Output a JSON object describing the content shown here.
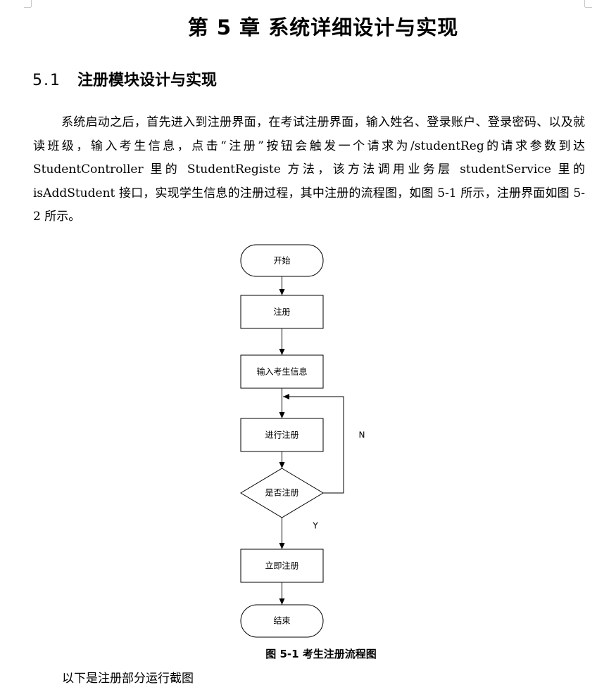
{
  "document": {
    "chapter_title": "第 5 章  系统详细设计与实现",
    "section_number": "5.1",
    "section_title": "注册模块设计与实现",
    "paragraph": "系统启动之后，首先进入到注册界面，在考试注册界面，输入姓名、登录账户、登录密码、以及就读班级，输入考生信息，点击“注册”按钮会触发一个请求为/studentReg的请求参数到达 StudentController 里的 StudentRegiste 方法，该方法调用业务层 studentService 里的 isAddStudent 接口，实现学生信息的注册过程，其中注册的流程图，如图 5-1 所示，注册界面如图 5-2 所示。",
    "figure_caption": "图 5-1 考生注册流程图",
    "trailing_text": "以下是注册部分运行截图"
  },
  "flowchart": {
    "start": "开始",
    "step_register": "注册",
    "step_input": "输入考生信息",
    "step_process": "进行注册",
    "decision": "是否注册",
    "label_no": "N",
    "label_yes": "Y",
    "step_immediate": "立即注册",
    "end": "结束"
  }
}
